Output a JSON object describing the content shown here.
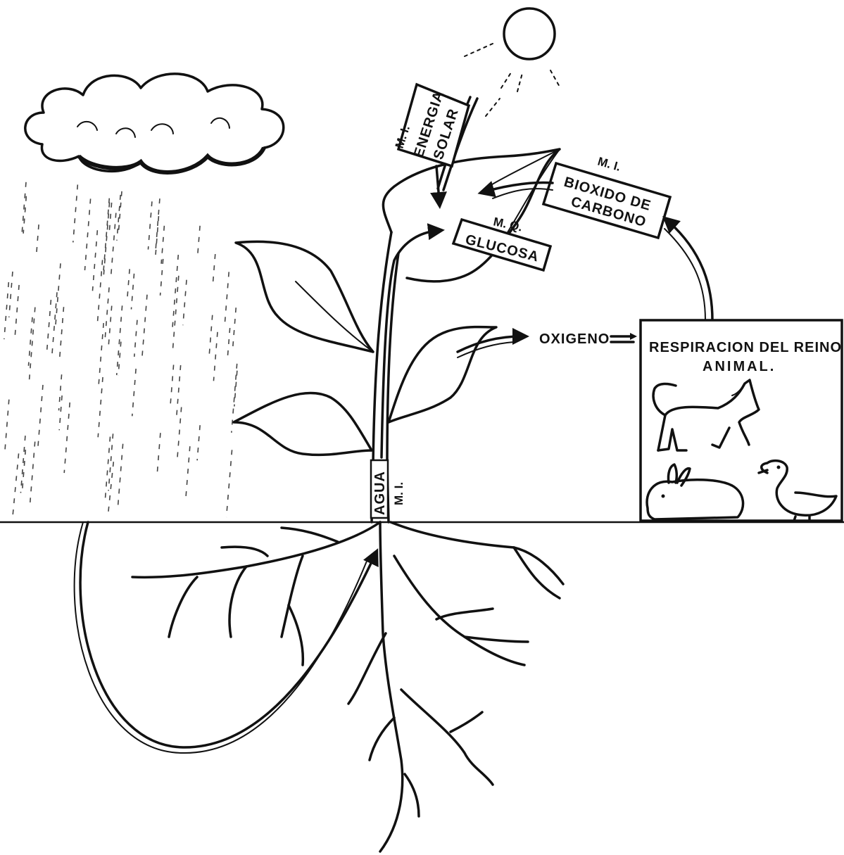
{
  "labels": {
    "energia_mi": "M. I.",
    "energia_line1": "ENERGIA",
    "energia_line2": "SOLAR",
    "bioxido_mi": "M. I.",
    "bioxido_line1": "BIOXIDO  DE",
    "bioxido_line2": "CARBONO",
    "glucosa_mq": "M. Q.",
    "glucosa": "GLUCOSA",
    "oxigeno": "OXIGENO",
    "respiracion_line1": "RESPIRACION DEL REINO",
    "respiracion_line2": "ANIMAL.",
    "agua": "AGUA",
    "agua_mi": "M. I."
  },
  "icons": [
    "sun-icon",
    "cloud-icon",
    "rain-icon",
    "plant-icon",
    "roots-icon",
    "dog-icon",
    "rabbit-icon",
    "duck-icon"
  ]
}
